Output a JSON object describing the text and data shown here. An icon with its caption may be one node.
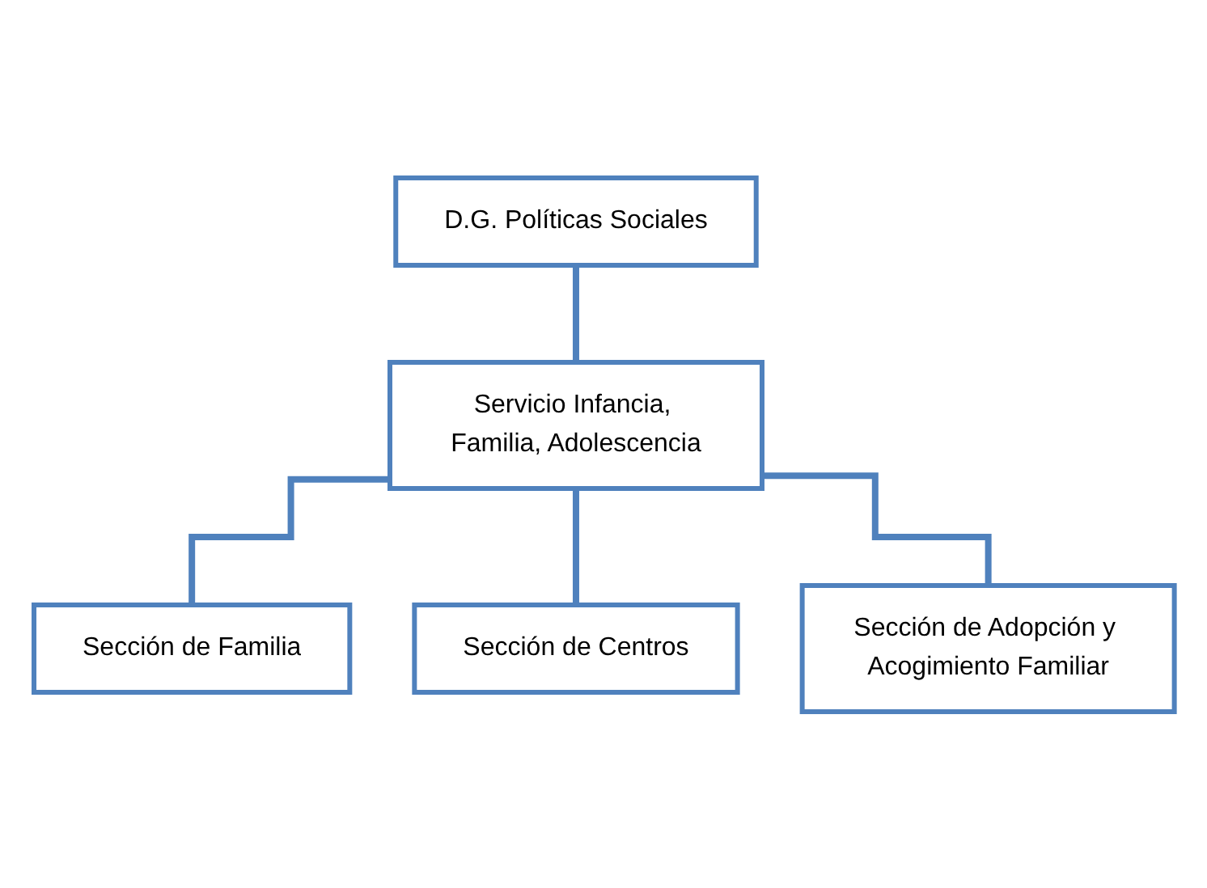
{
  "diagram": {
    "nodes": [
      {
        "text": [
          "D.G. Políticas Sociales"
        ]
      },
      {
        "text": [
          "Servicio Infancia, Familia, Adolescencia"
        ]
      },
      {
        "text": [
          "Sección de Familia"
        ]
      },
      {
        "text": [
          "Sección de Centros"
        ]
      },
      {
        "text": [
          "Sección de Adopción y Acogimiento Familiar"
        ]
      }
    ],
    "edges": [
      {
        "from": 0,
        "to": 1,
        "arrow": "none"
      },
      {
        "from": 1,
        "to": 2,
        "arrow": "none"
      },
      {
        "from": 1,
        "to": 3,
        "arrow": "none"
      },
      {
        "from": 1,
        "to": 4,
        "arrow": "none"
      }
    ]
  }
}
